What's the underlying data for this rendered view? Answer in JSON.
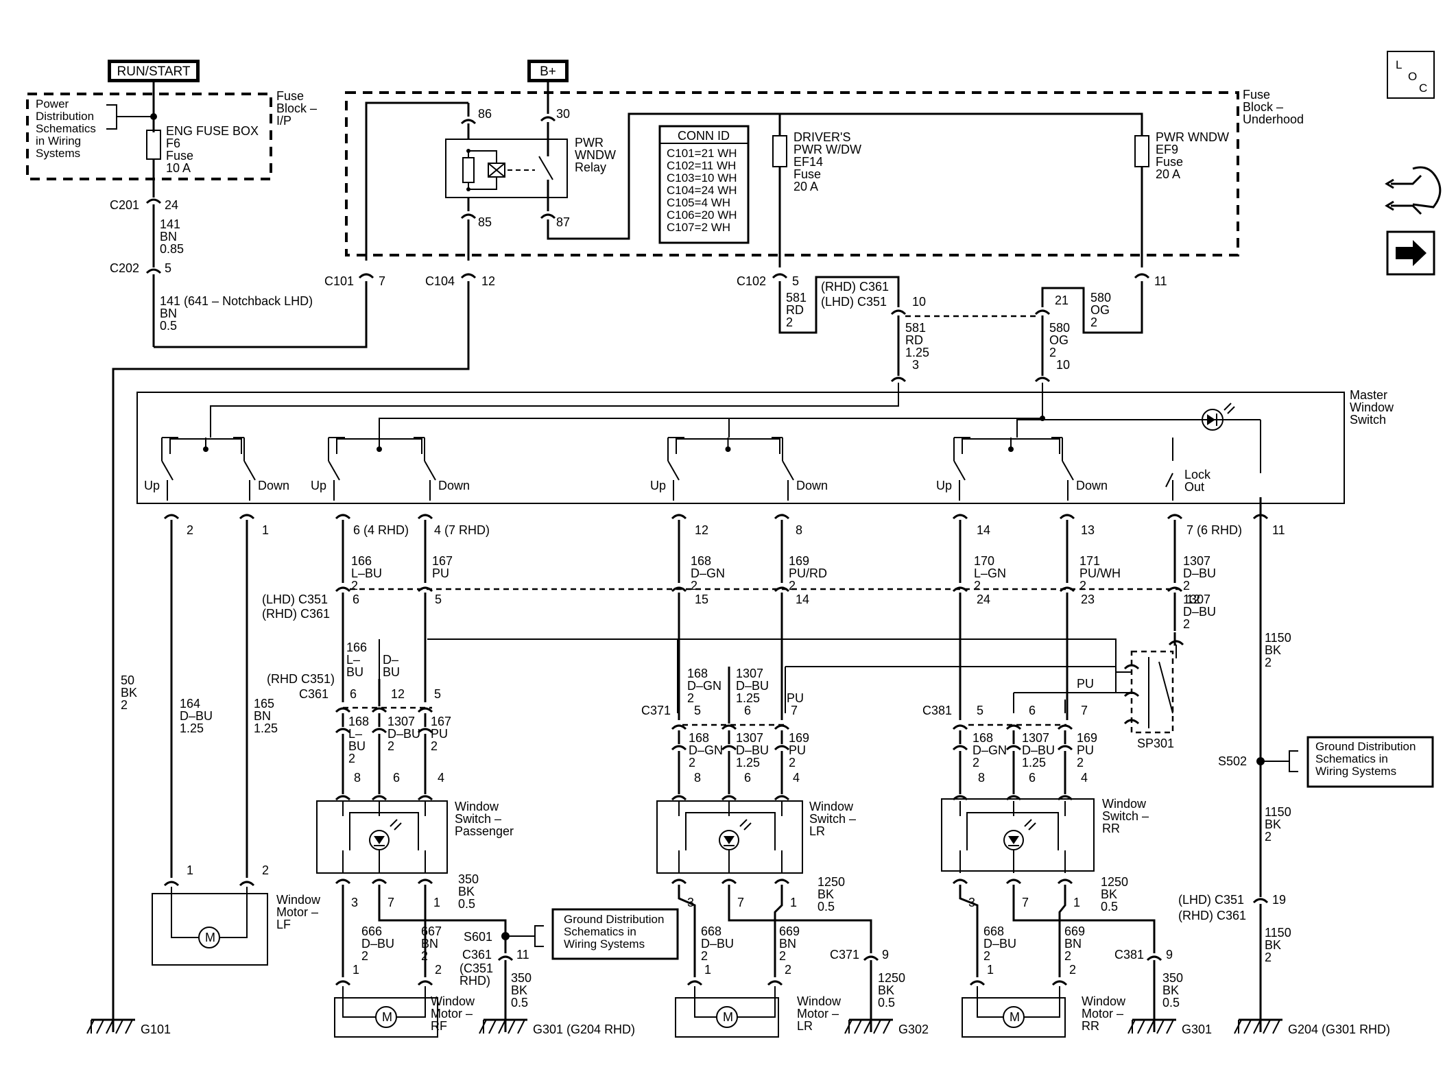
{
  "top_sources": {
    "run_start": "RUN/START",
    "b_plus": "B+"
  },
  "power_dist": [
    "Power",
    "Distribution",
    "Schematics",
    "in Wiring",
    "Systems"
  ],
  "fuse_block_ip": [
    "Fuse",
    "Block –",
    "I/P"
  ],
  "fuse_block_uh": [
    "Fuse",
    "Block –",
    "Underhood"
  ],
  "eng_fuse": [
    "ENG FUSE BOX",
    "F6",
    "Fuse",
    "10 A"
  ],
  "relay": {
    "label": [
      "PWR",
      "WNDW",
      "Relay"
    ],
    "pins": [
      "86",
      "30",
      "85",
      "87"
    ]
  },
  "conn_id": {
    "title": "CONN ID",
    "rows": [
      "C101=21 WH",
      "C102=11 WH",
      "C103=10 WH",
      "C104=24 WH",
      "C105=4 WH",
      "C106=20 WH",
      "C107=2 WH"
    ]
  },
  "ef14": [
    "DRIVER'S",
    "PWR W/DW",
    "EF14",
    "Fuse",
    "20 A"
  ],
  "ef9": [
    "PWR WNDW",
    "EF9",
    "Fuse",
    "20 A"
  ],
  "left_feed": {
    "c201": "C201",
    "c201_pin": "24",
    "wire1": [
      "141",
      "BN",
      "0.85"
    ],
    "c202": "C202",
    "c202_pin": "5",
    "wire2": [
      "141 (641 – Notchback LHD)",
      "BN",
      "0.5"
    ]
  },
  "c101": {
    "id": "C101",
    "pin": "7"
  },
  "c104": {
    "id": "C104",
    "pin": "12"
  },
  "c102": {
    "id": "C102",
    "pin5": "5",
    "pin11": "11"
  },
  "w581a": [
    "581",
    "RD",
    "2"
  ],
  "w580a": [
    "580",
    "OG",
    "2"
  ],
  "c361_top": {
    "rhd": "(RHD) C361",
    "lhd": "(LHD) C351",
    "pin10": "10",
    "pin21": "21"
  },
  "w581b": [
    "581",
    "RD",
    "1.25"
  ],
  "w580b": [
    "580",
    "OG",
    "2"
  ],
  "pin3": "3",
  "pin10b": "10",
  "master": {
    "label": [
      "Master",
      "Window",
      "Switch"
    ],
    "lock": [
      "Lock",
      "Out"
    ]
  },
  "sw_labels": {
    "up": "Up",
    "down": "Down"
  },
  "master_pins": [
    "2",
    "1",
    "6 (4 RHD)",
    "4 (7 RHD)",
    "12",
    "8",
    "14",
    "13",
    "7 (6 RHD)",
    "11"
  ],
  "wires_top": [
    [
      "166",
      "L–BU",
      "2"
    ],
    [
      "167",
      "PU"
    ],
    [
      "168",
      "D–GN",
      "2"
    ],
    [
      "169",
      "PU/RD",
      "2"
    ],
    [
      "170",
      "L–GN",
      "2"
    ],
    [
      "171",
      "PU/WH",
      "2"
    ],
    [
      "1307",
      "D–BU",
      "2"
    ]
  ],
  "c351_row": {
    "lhd": "(LHD) C351",
    "rhd": "(RHD) C361",
    "pins": [
      "6",
      "5",
      "15",
      "14",
      "24",
      "23",
      "12"
    ]
  },
  "w1307_after": [
    "1307",
    "D–BU",
    "2"
  ],
  "w50": [
    "50",
    "BK",
    "2"
  ],
  "w164": [
    "164",
    "D–BU",
    "1.25"
  ],
  "w165": [
    "165",
    "BN",
    "1.25"
  ],
  "w1150a": [
    "1150",
    "BK",
    "2"
  ],
  "pass_mid": {
    "w166": [
      "166",
      "L–",
      "BU"
    ],
    "wdbu": [
      "D–",
      "BU"
    ],
    "conn_a": "(RHD C351)",
    "conn_b": "C361",
    "pins": [
      "6",
      "12",
      "5"
    ]
  },
  "pass_lower": {
    "w168": [
      "168",
      "L–",
      "BU",
      "2"
    ],
    "w1307": [
      "1307",
      "D–BU",
      "2"
    ],
    "w167": [
      "167",
      "PU",
      "2"
    ],
    "pins": [
      "8",
      "6",
      "4"
    ]
  },
  "lr_mid": {
    "w168": [
      "168",
      "D–GN",
      "2"
    ],
    "w1307": [
      "1307",
      "D–BU",
      "1.25",
      "6"
    ],
    "wpu": [
      "PU",
      "7"
    ],
    "conn": "C371",
    "pin5": "5"
  },
  "lr_lower": {
    "w168": [
      "168",
      "D–GN",
      "2"
    ],
    "w1307": [
      "1307",
      "D–BU",
      "1.25"
    ],
    "w169": [
      "169",
      "PU",
      "2"
    ],
    "pins": [
      "8",
      "6",
      "4"
    ]
  },
  "rr_mid": {
    "conn": "C381",
    "pins": [
      "5",
      "6",
      "7"
    ],
    "pu": "PU"
  },
  "rr_lower": {
    "w168": [
      "168",
      "D–GN",
      "2"
    ],
    "w1307": [
      "1307",
      "D–BU",
      "1.25"
    ],
    "w169": [
      "169",
      "PU",
      "2"
    ],
    "pins": [
      "8",
      "6",
      "4"
    ]
  },
  "sp301": "SP301",
  "s502": "S502",
  "ground_dist": [
    "Ground Distribution",
    "Schematics in",
    "Wiring Systems"
  ],
  "w1150b": [
    "1150",
    "BK",
    "2"
  ],
  "c351_19": {
    "lhd": "(LHD) C351",
    "rhd": "(RHD) C361",
    "pin": "19"
  },
  "w1150c": [
    "1150",
    "BK",
    "2"
  ],
  "sw_pass": [
    "Window",
    "Switch –",
    "Passenger"
  ],
  "sw_lr": [
    "Window",
    "Switch –",
    "LR"
  ],
  "sw_rr": [
    "Window",
    "Switch –",
    "RR"
  ],
  "sw_pins": [
    "3",
    "7",
    "1"
  ],
  "w350a": [
    "350",
    "BK",
    "0.5"
  ],
  "w1250a": [
    "1250",
    "BK",
    "0.5"
  ],
  "w1250b": [
    "1250",
    "BK",
    "0.5"
  ],
  "motor_lf": [
    "Window",
    "Motor –",
    "LF"
  ],
  "motor_rf": [
    "Window",
    "Motor –",
    "RF"
  ],
  "motor_lr": [
    "Window",
    "Motor –",
    "LR"
  ],
  "motor_rr": [
    "Window",
    "Motor –",
    "RR"
  ],
  "motor_pins": [
    "1",
    "2"
  ],
  "motor_symbol": "M",
  "mot_wires_pass": {
    "a": [
      "666",
      "D–BU",
      "2"
    ],
    "b": [
      "667",
      "BN",
      "2"
    ]
  },
  "mot_wires_lr": {
    "a": [
      "668",
      "D–BU",
      "2"
    ],
    "b": [
      "669",
      "BN",
      "2"
    ]
  },
  "mot_wires_rr": {
    "a": [
      "668",
      "D–BU",
      "2"
    ],
    "b": [
      "669",
      "BN",
      "2"
    ]
  },
  "s601": "S601",
  "c361_pass": {
    "id": "C361",
    "alt": [
      "(C351",
      "RHD)"
    ],
    "pin": "11"
  },
  "w350b": [
    "350",
    "BK",
    "0.5"
  ],
  "c371_lr": {
    "id": "C371",
    "pin": "9"
  },
  "w1250c": [
    "1250",
    "BK",
    "0.5"
  ],
  "c381_rr": {
    "id": "C381",
    "pin": "9"
  },
  "w350c": [
    "350",
    "BK",
    "0.5"
  ],
  "grounds": [
    "G101",
    "G301 (G204 RHD)",
    "G302",
    "G301",
    "G204 (G301 RHD)"
  ],
  "nav": {
    "loc": [
      "L",
      "O",
      "C"
    ]
  }
}
